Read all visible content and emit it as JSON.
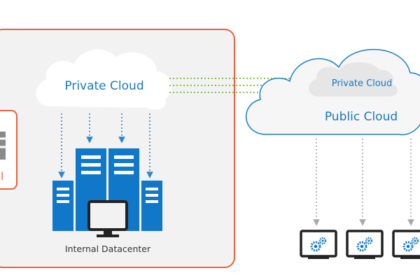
{
  "labels": {
    "private_cloud": "Private Cloud",
    "private_cloud_inner": "Private Cloud",
    "public_cloud": "Public Cloud",
    "internal_datacenter": "Internal Datacenter",
    "partial_left": "l"
  },
  "colors": {
    "datacenter_border": "#e8623e",
    "datacenter_fill": "#f2f2f2",
    "server_blue": "#1177c8",
    "text_blue": "#1a78c2",
    "green_arrow": "#7cc04f",
    "dotted_blue": "#2b87d1",
    "dotted_gray": "#a9a9a9",
    "cloud_fill": "#f6f6f6",
    "cloud_stroke": "#1d7fcc",
    "monitor_dark": "#222222"
  },
  "icons": [
    "server-icon",
    "monitor-icon",
    "gear-icon",
    "cloud-icon"
  ]
}
